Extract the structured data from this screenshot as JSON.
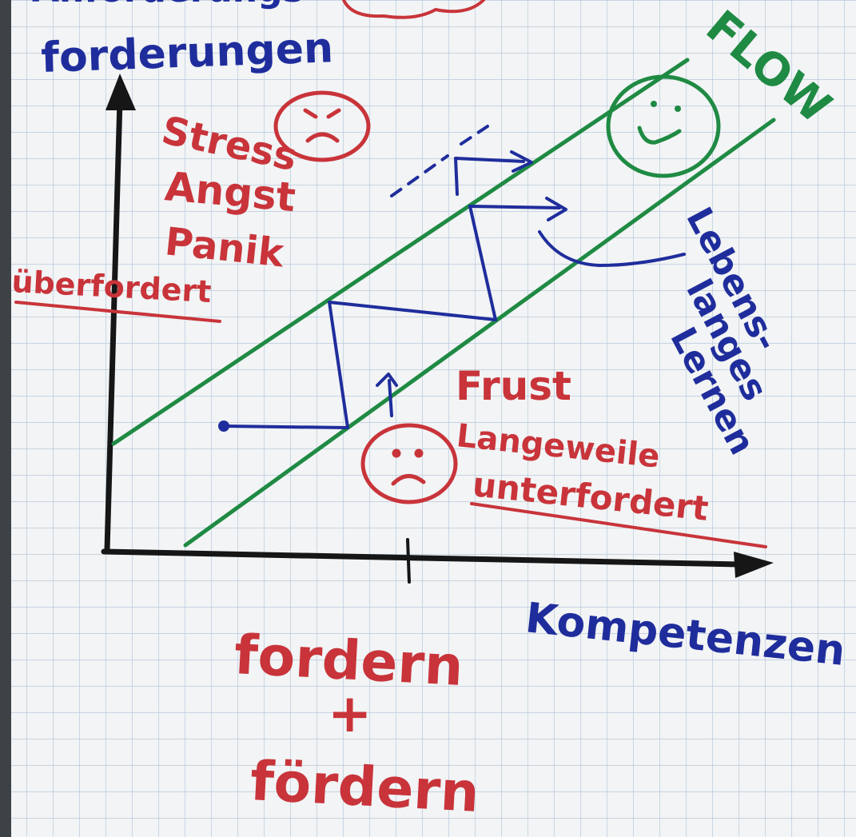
{
  "colors": {
    "paper": "#f2f4f5",
    "grid": "#b9c9dc",
    "axis": "#161616",
    "blue_marker": "#1f2d9c",
    "red_marker": "#c8343a",
    "green_marker": "#1f8a43"
  },
  "y_axis": {
    "label_line1_partial": "Anforderungs-",
    "label_line2": "forderungen"
  },
  "x_axis": {
    "label": "Kompetenzen"
  },
  "zones": {
    "flow": {
      "label": "FLOW",
      "face": "smiling-face-icon"
    },
    "overload": {
      "lines": [
        "Stress",
        "Angst",
        "Panik"
      ],
      "summary": "überfordert",
      "face": "frowning-face-icon"
    },
    "underload": {
      "lines": [
        "Frust",
        "Langeweile"
      ],
      "summary": "unterfordert",
      "face": "sad-face-icon"
    }
  },
  "annotations": {
    "lifelong_learning": [
      "Lebens-",
      "langes",
      "Lernen"
    ],
    "bottom_note": [
      "fordern",
      "+",
      "fördern"
    ]
  }
}
